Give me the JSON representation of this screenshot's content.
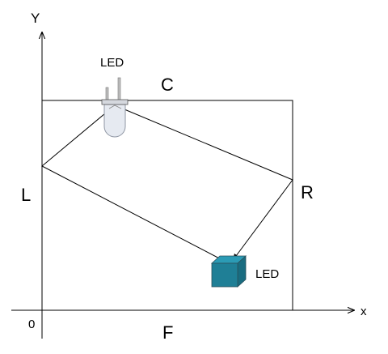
{
  "axes": {
    "x_label": "x",
    "y_label": "Y",
    "origin_label": "0"
  },
  "edges": {
    "top": "C",
    "left": "L",
    "right": "R",
    "bottom": "F"
  },
  "source_label": "LED",
  "target_label": "LED",
  "colors": {
    "line": "#000000",
    "box_front": "#1f7f96",
    "box_top": "#2b9bb5",
    "box_side": "#196c80",
    "led_bulb": "#e6eaf1"
  }
}
